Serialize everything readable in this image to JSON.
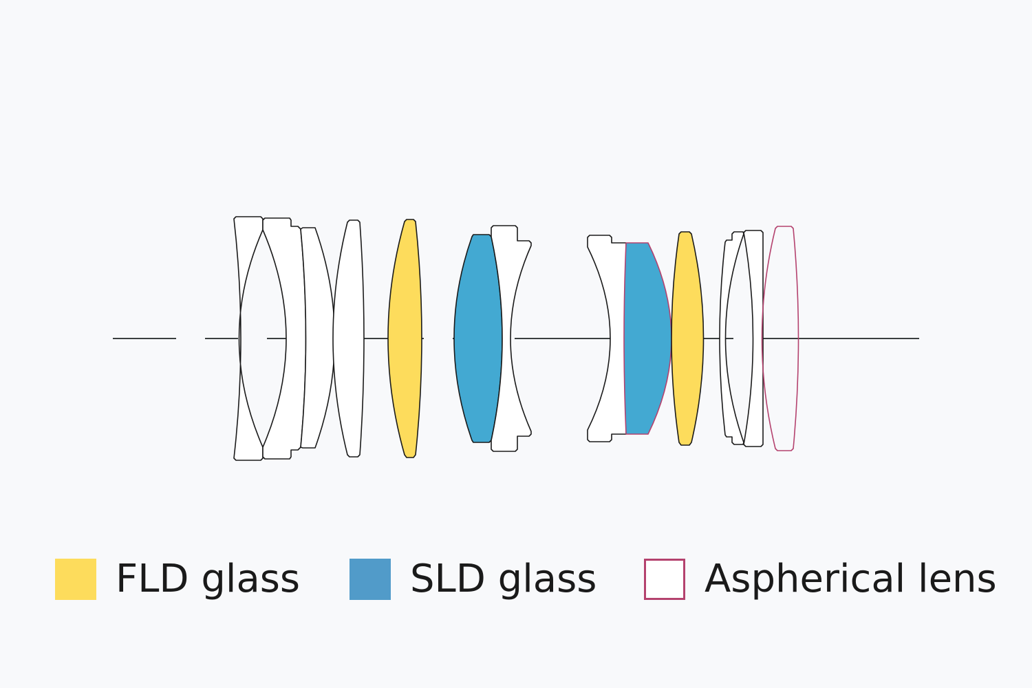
{
  "colors": {
    "background": "#f8f9fb",
    "fld_fill": "#fddc5c",
    "sld_fill": "#43a9d2",
    "sld_swatch": "#519bc9",
    "aspherical_stroke": "#b4426e",
    "outline": "#1a1a1a",
    "axis": "#3a3f3f"
  },
  "legend": {
    "items": [
      {
        "key": "fld",
        "label": "FLD glass"
      },
      {
        "key": "sld",
        "label": "SLD glass"
      },
      {
        "key": "aspherical",
        "label": "Aspherical lens"
      }
    ]
  },
  "lens_elements": [
    {
      "id": 1,
      "type": "plain"
    },
    {
      "id": 2,
      "type": "plain"
    },
    {
      "id": 3,
      "type": "plain"
    },
    {
      "id": 4,
      "type": "plain"
    },
    {
      "id": 5,
      "type": "plain"
    },
    {
      "id": 6,
      "type": "fld"
    },
    {
      "id": 7,
      "type": "sld"
    },
    {
      "id": 8,
      "type": "plain"
    },
    {
      "id": 9,
      "type": "plain"
    },
    {
      "id": 10,
      "type": "sld_aspherical"
    },
    {
      "id": 11,
      "type": "fld"
    },
    {
      "id": 12,
      "type": "plain"
    },
    {
      "id": 13,
      "type": "plain"
    },
    {
      "id": 14,
      "type": "plain"
    },
    {
      "id": 15,
      "type": "aspherical"
    }
  ]
}
